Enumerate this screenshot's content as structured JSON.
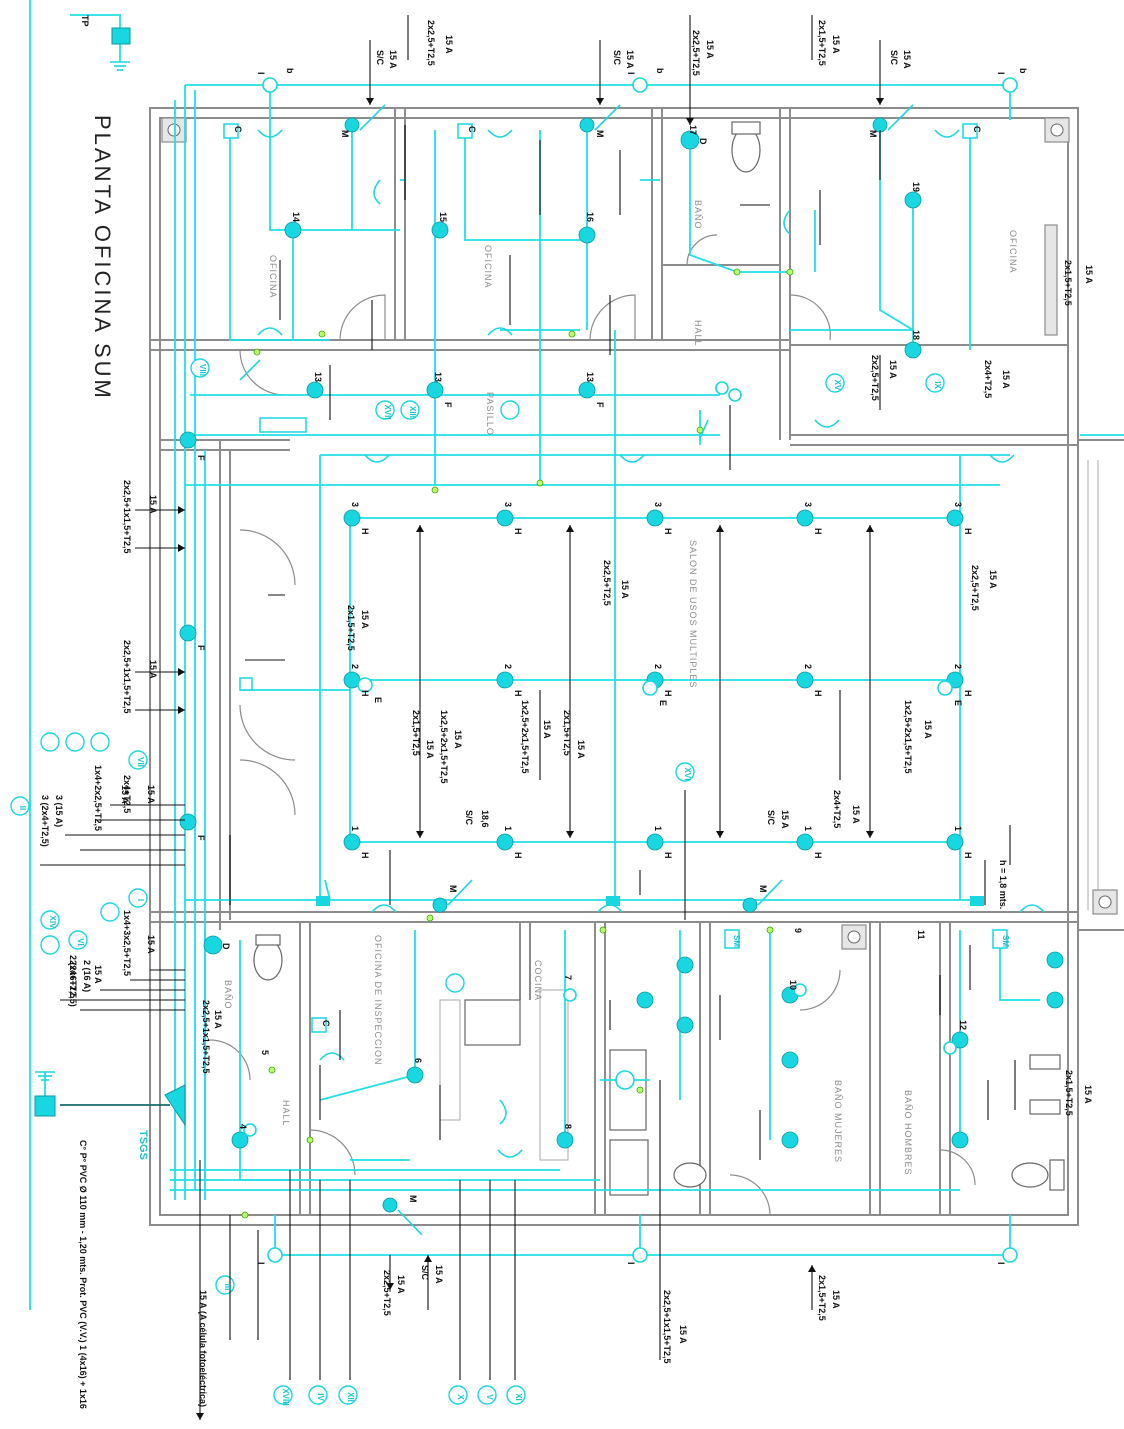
{
  "title": "PLANTA OFICINA SUM",
  "panels": {
    "tsgs": "TSGS",
    "tp": "TP"
  },
  "rooms": {
    "oficina_left": "OFICINA",
    "oficina_center": "OFICINA",
    "bano_top": "BAÑO",
    "hall_top": "HALL",
    "oficina_right": "OFICINA",
    "pasillo": "PASILLO",
    "salon": "SALON DE USOS MULTIPLES",
    "bano_bottom": "BAÑO",
    "hall_bottom": "HALL",
    "oficina_inspeccion": "OFICINA DE INSPECCION",
    "cocina": "COCINA",
    "bano_mujeres": "BAÑO MUJERES",
    "bano_hombres": "BAÑO HOMBRES"
  },
  "feed_note": "C° P° PVC Ø 110 mm - 1,20 mts. Prot. PVC (V.V.) 1 (4x16) + 1x16",
  "height_note": "h = 1,8 mts.",
  "photocell_note": "15 A (A célula fotoeléctrica)",
  "circuit_labels": {
    "top": [
      {
        "cap": "15 A",
        "cable": "2x2,5+T2,5"
      },
      {
        "cap": "15 A",
        "cable": "S/C"
      },
      {
        "cap": "15 A",
        "cable": "S/C"
      },
      {
        "cap": "15 A",
        "cable": "2x2,5+T2,5"
      },
      {
        "cap": "15 A",
        "cable": "2x1,5+T2,5"
      },
      {
        "cap": "15 A",
        "cable": "S/C"
      }
    ],
    "bottom": [
      {
        "cap": "15 A",
        "cable": "2x2,5+T2,5"
      },
      {
        "cap": "15 A",
        "cable": "S/C"
      },
      {
        "cap": "15 A",
        "cable": "2x2,5+1x1,5+T2,5"
      },
      {
        "cap": "15 A",
        "cable": "2x1,5+T2,5"
      }
    ],
    "left_side": [
      {
        "cap": "15 A",
        "cable": "2x2,5+1x1,5+T2,5"
      },
      {
        "cap": "15 A",
        "cable": "2x2,5+1x1,5+T2,5"
      },
      {
        "cap": "15 A",
        "cable": "2x2,5+1x1,5+T2,5"
      },
      {
        "cap": "15 A",
        "cable": "1x4+2x2,5+T2,5"
      },
      {
        "cap": "15 A",
        "cable": "2x4+T2,5"
      },
      {
        "cap": "15 A",
        "cable": "1x4+3x2,5+T2,5"
      },
      {
        "cap": "15 A",
        "cable": "2x4+T2,5"
      },
      {
        "cap": "2 (2x6+T2,5)",
        "cable": "2 (16 A)"
      },
      {
        "cap": "3 (15 A)",
        "cable": "3 (2x4+T2,5)"
      }
    ],
    "salon": [
      {
        "cap": "15 A",
        "cable": "2x1,5+T2,5"
      },
      {
        "cap": "15 A",
        "cable": "1x2,5+2x1,5+T2,5"
      },
      {
        "cap": "15 A",
        "cable": "2x1,5+T2,5"
      },
      {
        "cap": "15 A",
        "cable": "1x2,5+2x1,5+T2,5"
      },
      {
        "cap": "15 A",
        "cable": "2x1,5+T2,5"
      },
      {
        "cap": "15 A",
        "cable": "1x2,5+2x1,5+T2,5"
      },
      {
        "cap": "15 A",
        "cable": "2x2,5+T2,5"
      },
      {
        "cap": "15 A",
        "cable": "2x4+T2,5"
      },
      {
        "cap": "18,6",
        "cable": "S/C"
      },
      {
        "cap": "15 A",
        "cable": "S/C"
      }
    ],
    "right_side": [
      {
        "cap": "15 A",
        "cable": "2x1,5+T2,5"
      },
      {
        "cap": "15 A",
        "cable": "2x2,5+T2,5"
      },
      {
        "cap": "15 A",
        "cable": "2x4+T2,5"
      },
      {
        "cap": "15 A",
        "cable": "2x1,5+T2,5"
      },
      {
        "cap": "15 A",
        "cable": "2x2,5+T2,5"
      }
    ]
  },
  "circuit_keys": [
    "I",
    "II",
    "III",
    "IV",
    "V",
    "VI",
    "VII",
    "VIII",
    "IX",
    "X",
    "XI",
    "XII",
    "XIII",
    "XIV",
    "XV",
    "XVI",
    "XVII",
    "XVIII"
  ],
  "device_codes": [
    "1",
    "2",
    "3",
    "4",
    "5",
    "6",
    "7",
    "8",
    "9",
    "10",
    "11",
    "12",
    "13",
    "14",
    "15",
    "16",
    "17",
    "18",
    "19"
  ],
  "legend_labels": {
    "h": "H",
    "e": "E",
    "f": "F",
    "m": "M",
    "d": "D",
    "c": "C",
    "i": "I",
    "b": "b",
    "sm": "SM"
  }
}
